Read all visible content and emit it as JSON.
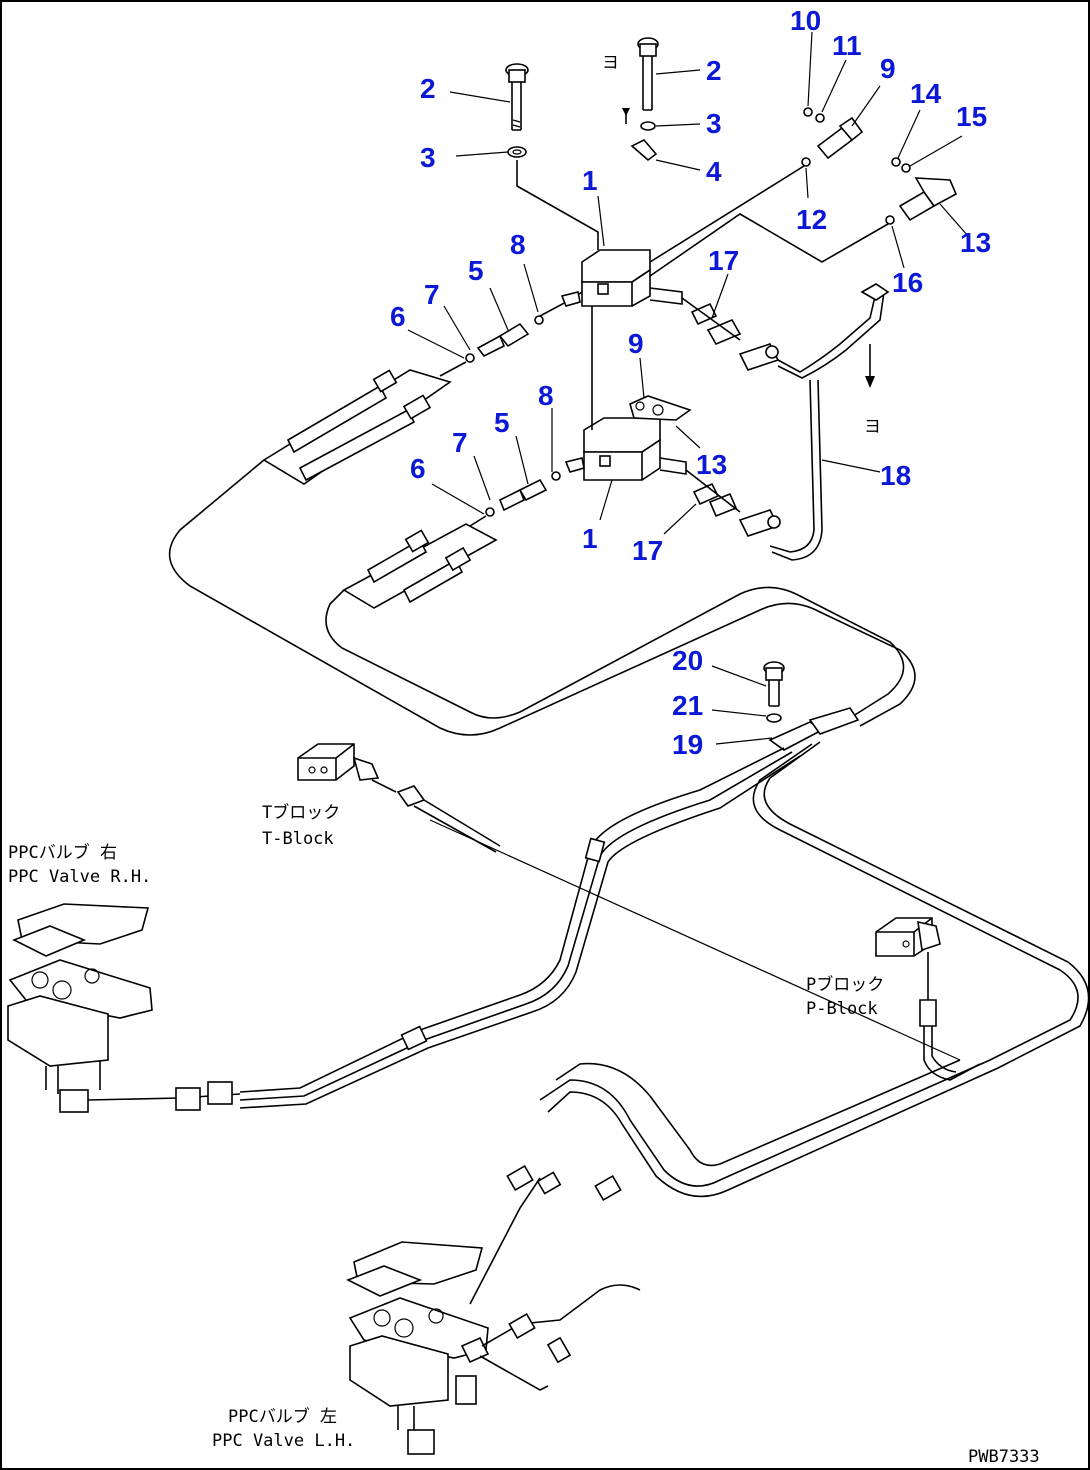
{
  "drawing_id": "PWB7333",
  "colors": {
    "callout": "#0b18d6",
    "line": "#000000",
    "background": "#ffffff"
  },
  "callouts": [
    {
      "num": "1",
      "label": "1"
    },
    {
      "num": "1",
      "label": "1"
    },
    {
      "num": "2",
      "label": "2"
    },
    {
      "num": "2",
      "label": "2"
    },
    {
      "num": "3",
      "label": "3"
    },
    {
      "num": "3",
      "label": "3"
    },
    {
      "num": "4",
      "label": "4"
    },
    {
      "num": "5",
      "label": "5"
    },
    {
      "num": "5",
      "label": "5"
    },
    {
      "num": "6",
      "label": "6"
    },
    {
      "num": "6",
      "label": "6"
    },
    {
      "num": "7",
      "label": "7"
    },
    {
      "num": "7",
      "label": "7"
    },
    {
      "num": "8",
      "label": "8"
    },
    {
      "num": "8",
      "label": "8"
    },
    {
      "num": "9",
      "label": "9"
    },
    {
      "num": "9",
      "label": "9"
    },
    {
      "num": "10",
      "label": "10"
    },
    {
      "num": "11",
      "label": "11"
    },
    {
      "num": "12",
      "label": "12"
    },
    {
      "num": "13",
      "label": "13"
    },
    {
      "num": "13",
      "label": "13"
    },
    {
      "num": "14",
      "label": "14"
    },
    {
      "num": "15",
      "label": "15"
    },
    {
      "num": "16",
      "label": "16"
    },
    {
      "num": "17",
      "label": "17"
    },
    {
      "num": "17",
      "label": "17"
    },
    {
      "num": "18",
      "label": "18"
    },
    {
      "num": "19",
      "label": "19"
    },
    {
      "num": "20",
      "label": "20"
    },
    {
      "num": "21",
      "label": "21"
    }
  ],
  "marks": {
    "a_top": "ヨ",
    "a_bottom": "ヨ"
  },
  "labels": {
    "t_block_jp": "Tブロック",
    "t_block_en": "T-Block",
    "p_block_jp": "Pブロック",
    "p_block_en": "P-Block",
    "ppc_rh_jp": "PPCバルブ 右",
    "ppc_rh_en": "PPC Valve R.H.",
    "ppc_lh_jp": "PPCバルブ 左",
    "ppc_lh_en": "PPC Valve L.H."
  }
}
